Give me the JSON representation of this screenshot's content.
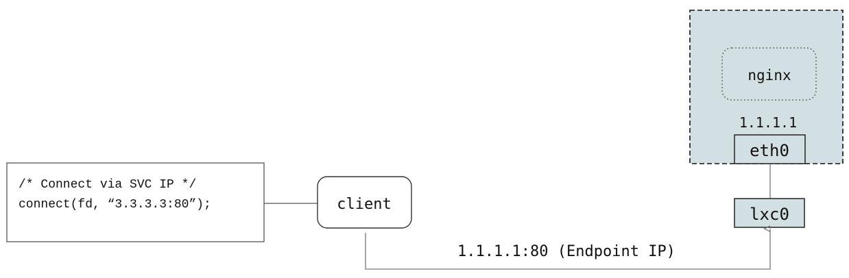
{
  "code_note": {
    "line1": "/* Connect via SVC IP */",
    "line2": "connect(fd, “3.3.3.3:80”);"
  },
  "client": {
    "label": "client"
  },
  "container": {
    "app_label": "nginx",
    "ip_label": "1.1.1.1",
    "iface_label": "eth0",
    "fill_color": "#d3e0e3"
  },
  "host_iface": {
    "label": "lxc0",
    "fill_color": "#d3e0e3"
  },
  "connection": {
    "label": "1.1.1.1:80 (Endpoint IP)"
  }
}
